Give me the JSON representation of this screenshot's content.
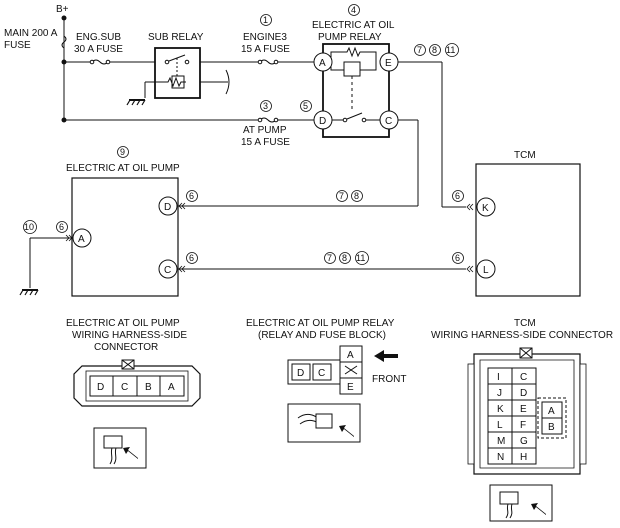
{
  "power": {
    "supply": "B+",
    "main_fuse": [
      "MAIN 200 A",
      "FUSE"
    ]
  },
  "fuses": {
    "eng_sub": [
      "ENG.SUB",
      "30 A FUSE"
    ],
    "engine3": [
      "ENGINE3",
      "15 A FUSE"
    ],
    "at_pump": [
      "AT PUMP",
      "15 A FUSE"
    ]
  },
  "relays": {
    "sub_relay": "SUB RELAY",
    "at_oil_pump_relay": [
      "ELECTRIC AT OIL",
      "PUMP RELAY"
    ]
  },
  "components": {
    "oil_pump": "ELECTRIC AT OIL PUMP",
    "tcm": "TCM"
  },
  "callouts": {
    "c1": "1",
    "c3": "3",
    "c4": "4",
    "c5": "5",
    "c6": "6",
    "c7": "7",
    "c8": "8",
    "c9": "9",
    "c10": "10",
    "c11": "11"
  },
  "pins": {
    "relay": [
      "A",
      "E",
      "D",
      "C"
    ],
    "pump": [
      "D",
      "A",
      "C"
    ],
    "tcm": [
      "K",
      "L"
    ]
  },
  "connectors": {
    "pump_title": [
      "ELECTRIC AT OIL PUMP",
      "WIRING HARNESS-SIDE",
      "CONNECTOR"
    ],
    "pump_cells": [
      "D",
      "C",
      "B",
      "A"
    ],
    "relay_title": [
      "ELECTRIC AT OIL PUMP RELAY",
      "(RELAY AND FUSE BLOCK)"
    ],
    "relay_cells": [
      "D",
      "C",
      "A",
      "E"
    ],
    "front_label": "FRONT",
    "tcm_title": [
      "TCM",
      "WIRING HARNESS-SIDE CONNECTOR"
    ],
    "tcm_left": [
      "I",
      "J",
      "K",
      "L",
      "M",
      "N"
    ],
    "tcm_right": [
      "C",
      "D",
      "E",
      "F",
      "G",
      "H"
    ],
    "tcm_inner": [
      "A",
      "B"
    ]
  }
}
